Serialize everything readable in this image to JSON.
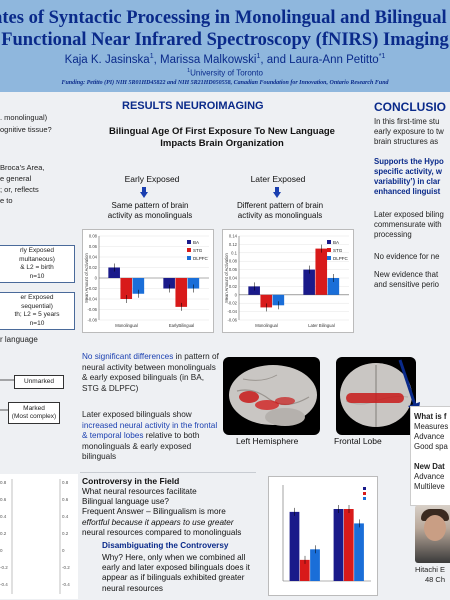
{
  "header": {
    "title_line1": "lates of Syntactic Processing in Monolingual and Bilingual Ch",
    "title_line2": "Functional Near Infrared Spectroscopy (fNIRS) Imaging",
    "author1": "Kaja K. Jasinska",
    "author1_sup": "1",
    "sep1": ", ",
    "author2": "Marissa Malkowski",
    "author2_sup": "1",
    "sep2": ", and ",
    "author3": "Laura-Ann Petitto",
    "author3_sup": "*1",
    "affiliation_sup": "1",
    "affiliation": "University of Toronto",
    "funding": "Funding: Petitto (PI) NIH 5R01HD45822 and NIH 5R21HD050558, Canadian Foundation for Innovation, Ontario Research Fund"
  },
  "left_column": {
    "lines": [
      ". monolingual)",
      "ognitive tissue?",
      "Broca’s Area,",
      "e general",
      "; or, reflects",
      "e to"
    ],
    "box1": [
      "rly Exposed",
      "multaneous)",
      "& L2 = birth",
      "n=10"
    ],
    "box2": [
      "er Exposed",
      "sequential)",
      "th; L2 = 5 years",
      "n=10"
    ],
    "after_box": "r language",
    "tree_unmarked": "Unmarked",
    "tree_marked": [
      "Marked",
      "(Most complex)"
    ],
    "mini_ticks": [
      "0.8",
      "0.6",
      "0.4",
      "0.2",
      "0",
      "-0.2",
      "-0.4"
    ]
  },
  "middle": {
    "section_title": "RESULTS NEUROIMAGING",
    "subtitle_line1": "Bilingual Age Of First Exposure To New Language",
    "subtitle_line2": "Impacts Brain Organization",
    "early_label": "Early Exposed",
    "later_label": "Later Exposed",
    "early_desc": [
      "Same pattern of brain",
      "activity as monolinguals"
    ],
    "later_desc": [
      "Different pattern of  brain",
      "activity as monolinguals"
    ],
    "para1_blue": "No significant differences",
    "para1_rest": " in pattern of neural activity between monolinguals & early exposed bilinguals (in BA, STG & DLPFC)",
    "para2_pre": "Later exposed bilinguals show ",
    "para2_blue": "increased neural activity in the frontal & temporal lobes",
    "para2_rest": " relative to both monolinguals & early exposed bilinguals",
    "left_hemi": "Left Hemisphere",
    "frontal_lobe": "Frontal Lobe",
    "controversy_title": "Controversy in the Field",
    "contro_lines": [
      "What neural resources facilitate",
      "Bilingual language use?",
      "Frequent Answer – Bilingualism is more",
      "effortful because it appears to use greater",
      "neural resources compared to monolinguals"
    ],
    "disamb_title": "Disambiguating the Controversy",
    "disamb_lines": [
      "Why? Here, only when we combined all",
      "early and later exposed bilinguals does it",
      "appear as if bilinguals exhibited greater",
      "neural resources"
    ]
  },
  "right": {
    "title": "CONCLUSIO",
    "p1": [
      "In this first-time stu",
      "early exposure to tw",
      "brain structures as"
    ],
    "p2": [
      "Supports the Hypo",
      "specific activity, w",
      "variability’) in clar",
      "enhanced linguist"
    ],
    "p3": [
      "Later exposed biling",
      "commensurate with",
      "processing"
    ],
    "p4": [
      "No evidence for ne"
    ],
    "p5": [
      "New evidence that",
      "and sensitive perio"
    ],
    "box_title": "What is f",
    "box_lines": [
      "Measures",
      "Advance",
      "Good spa"
    ],
    "box_title2": "New Dat",
    "box_lines2": [
      "Advance",
      "Multileve"
    ],
    "photo_caption1": "Hitachi E",
    "photo_caption2": "48 Ch"
  },
  "colors": {
    "BA": "#1a1a8a",
    "STG": "#d81a1a",
    "DLPFC": "#1a6ed8",
    "title_blue": "#0a2a8a",
    "header_bg": "#8fb7dd"
  },
  "chart_data": [
    {
      "type": "bar",
      "ylabel": "Mean Amount of Activation",
      "ylim": [
        -0.08,
        0.08
      ],
      "yticks": [
        "0.08",
        "0.06",
        "0.04",
        "0.02",
        "0",
        "-0.02",
        "-0.04",
        "-0.06",
        "-0.08"
      ],
      "categories": [
        "Monolingual",
        "EarlyBilingual"
      ],
      "series": [
        {
          "name": "BA",
          "values": [
            0.02,
            -0.02
          ]
        },
        {
          "name": "STG",
          "values": [
            -0.04,
            -0.055
          ]
        },
        {
          "name": "DLPFC",
          "values": [
            -0.03,
            -0.02
          ]
        }
      ]
    },
    {
      "type": "bar",
      "ylabel": "Mean Amount of Activation",
      "ylim": [
        -0.06,
        0.14
      ],
      "yticks": [
        "0.14",
        "0.12",
        "0.1",
        "0.08",
        "0.06",
        "0.04",
        "0.02",
        "0",
        "-0.02",
        "-0.04",
        "-0.06"
      ],
      "categories": [
        "Monolingual",
        "Later Bilingual"
      ],
      "series": [
        {
          "name": "BA",
          "values": [
            0.02,
            0.06
          ]
        },
        {
          "name": "STG",
          "values": [
            -0.03,
            0.11
          ]
        },
        {
          "name": "DLPFC",
          "values": [
            -0.025,
            0.04
          ]
        }
      ]
    },
    {
      "type": "bar",
      "ylim": [
        0,
        1
      ],
      "categories": [
        "",
        ""
      ],
      "series": [
        {
          "name": "",
          "values": [
            0.72,
            0.75
          ]
        },
        {
          "name": "",
          "values": [
            0.22,
            0.75
          ]
        },
        {
          "name": "",
          "values": [
            0.33,
            0.6
          ]
        }
      ]
    }
  ]
}
